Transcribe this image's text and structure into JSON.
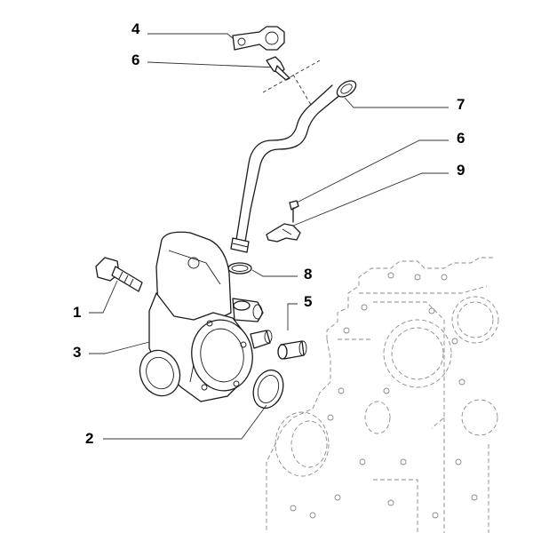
{
  "diagram": {
    "type": "exploded-parts-view",
    "callouts": [
      {
        "id": "c4",
        "text": "4"
      },
      {
        "id": "c6a",
        "text": "6"
      },
      {
        "id": "c7",
        "text": "7"
      },
      {
        "id": "c6b",
        "text": "6"
      },
      {
        "id": "c9",
        "text": "9"
      },
      {
        "id": "c8",
        "text": "8"
      },
      {
        "id": "c5",
        "text": "5"
      },
      {
        "id": "c1",
        "text": "1"
      },
      {
        "id": "c3",
        "text": "3"
      },
      {
        "id": "c2",
        "text": "2"
      }
    ]
  }
}
